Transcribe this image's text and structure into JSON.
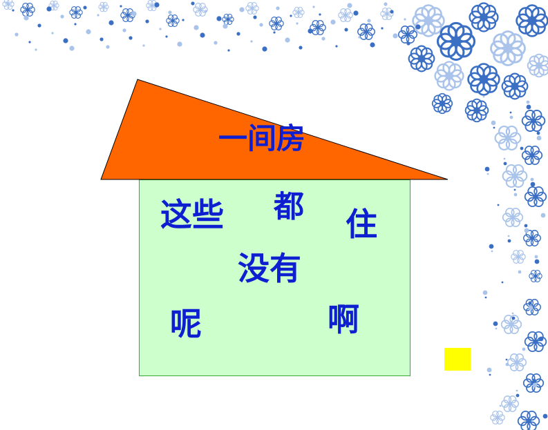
{
  "colors": {
    "roof": "#ff6600",
    "house_body": "#ccffcc",
    "text": "#0d1fd1",
    "floral": "#3a6fc4",
    "floral_light": "#a9c3ea",
    "yellow_square": "#ffff00"
  },
  "roof": {
    "label": "一间房"
  },
  "words": [
    "这些",
    "都",
    "住",
    "没有",
    "呢",
    "啊"
  ],
  "decorations": {
    "top_border": "blue-floral-pattern-icon",
    "right_border": "blue-floral-pattern-icon",
    "square": "yellow-square"
  }
}
